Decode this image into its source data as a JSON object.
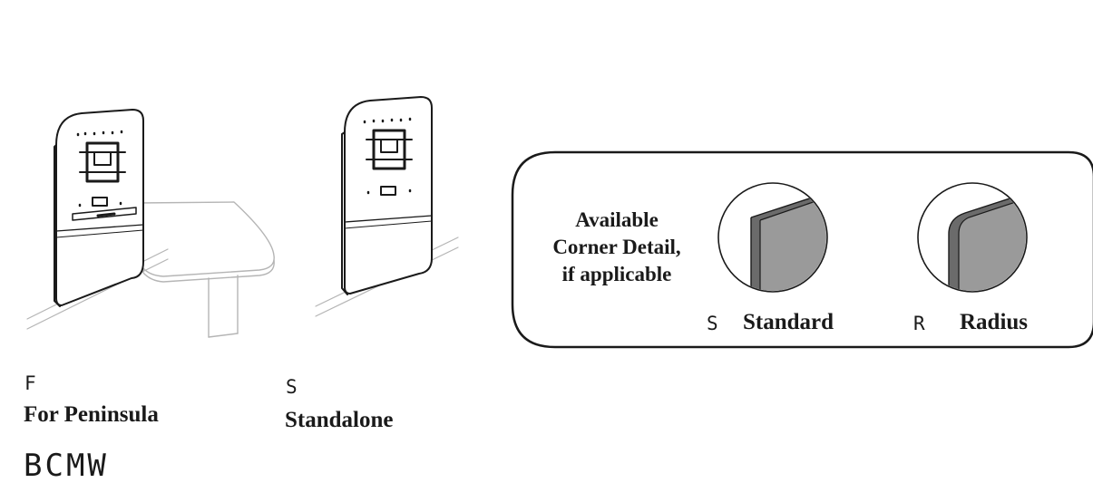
{
  "options": [
    {
      "code": "F",
      "name": "For Peninsula"
    },
    {
      "code": "S",
      "name": "Standalone"
    }
  ],
  "corner_detail": {
    "heading_lines": [
      "Available",
      "Corner Detail,",
      "if applicable"
    ],
    "standard": {
      "code": "S",
      "name": "Standard"
    },
    "radius": {
      "code": "R",
      "name": "Radius"
    }
  },
  "model_code": "BCMW",
  "colors": {
    "line": "#1a1a1a",
    "ghost": "#b5b5b5",
    "panel_grey": "#9a9a9a",
    "edge_dark": "#6b6b6b"
  }
}
